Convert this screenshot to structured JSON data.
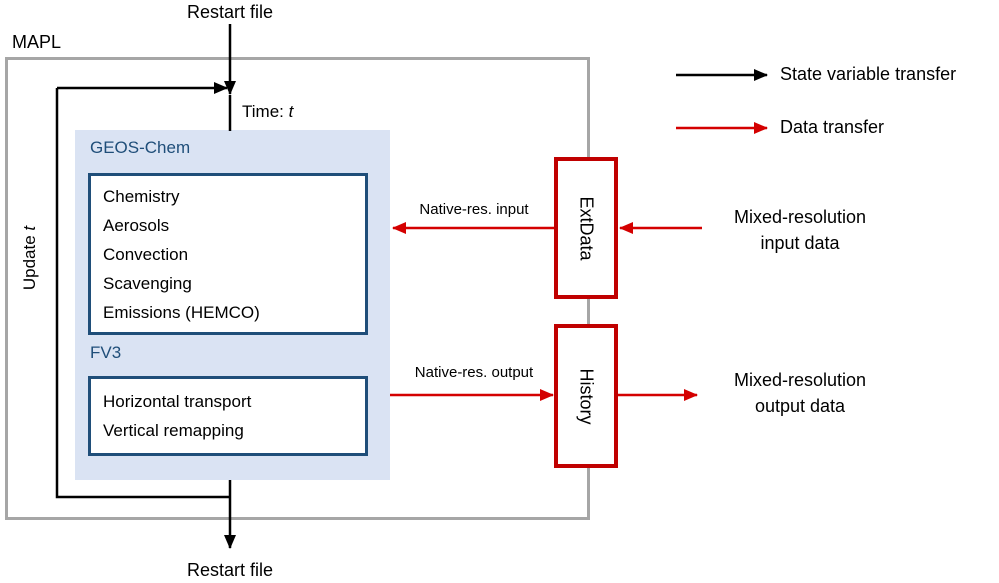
{
  "colors": {
    "black": "#000000",
    "gray_border": "#a6a6a6",
    "light_blue": "#dae3f3",
    "dark_blue": "#1f4e79",
    "red_box": "#c00000",
    "red_arrow": "#d40000"
  },
  "external": {
    "restart_file_top": "Restart file",
    "restart_file_bottom": "Restart file"
  },
  "mapl": {
    "label": "MAPL",
    "time_prefix": "Time:",
    "time_var": "t",
    "update_prefix": "Update",
    "update_var": "t"
  },
  "geos_chem": {
    "title": "GEOS-Chem",
    "processes": [
      "Chemistry",
      "Aerosols",
      "Convection",
      "Scavenging",
      "Emissions (HEMCO)"
    ],
    "fv3_title": "FV3",
    "fv3_processes": [
      "Horizontal transport",
      "Vertical remapping"
    ]
  },
  "io": {
    "extdata_label": "ExtData",
    "history_label": "History",
    "native_input_label": "Native-res. input",
    "native_output_label": "Native-res. output",
    "mixed_input_lines": [
      "Mixed-resolution",
      "input data"
    ],
    "mixed_output_lines": [
      "Mixed-resolution",
      "output data"
    ]
  },
  "legend": {
    "state_transfer": "State variable transfer",
    "data_transfer": "Data transfer"
  }
}
